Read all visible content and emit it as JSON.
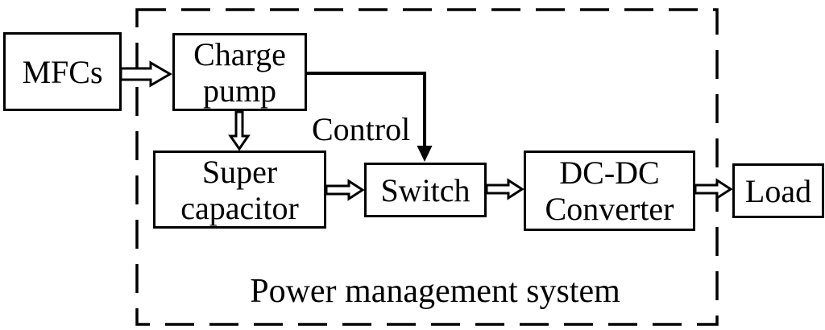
{
  "figure": {
    "type": "block-diagram",
    "title": "Power management system",
    "colors": {
      "ink": "#000000",
      "background": "#ffffff"
    }
  },
  "boxes": {
    "mfcs": {
      "label": "MFCs"
    },
    "charge_pump": {
      "line1": "Charge",
      "line2": "pump"
    },
    "super_capacitor": {
      "line1": "Super",
      "line2": "capacitor"
    },
    "switch": {
      "label": "Switch"
    },
    "dcdc": {
      "line1": "DC-DC",
      "line2": "Converter"
    },
    "load": {
      "label": "Load"
    }
  },
  "labels": {
    "control": "Control",
    "system": "Power management system"
  },
  "arrows": [
    {
      "from": "MFCs",
      "to": "Charge pump",
      "style": "hollow-double-line"
    },
    {
      "from": "Charge pump",
      "to": "Super capacitor",
      "style": "hollow-double-line"
    },
    {
      "from": "Charge pump",
      "to": "Switch",
      "style": "solid-line-filled-head",
      "label": "Control"
    },
    {
      "from": "Super capacitor",
      "to": "Switch",
      "style": "hollow-double-line"
    },
    {
      "from": "Switch",
      "to": "DC-DC Converter",
      "style": "hollow-double-line"
    },
    {
      "from": "DC-DC Converter",
      "to": "Load",
      "style": "hollow-double-line"
    }
  ],
  "boundary": {
    "label": "Power management system",
    "style": "dashed-rectangle",
    "contains": [
      "Charge pump",
      "Super capacitor",
      "Switch",
      "DC-DC Converter"
    ]
  }
}
